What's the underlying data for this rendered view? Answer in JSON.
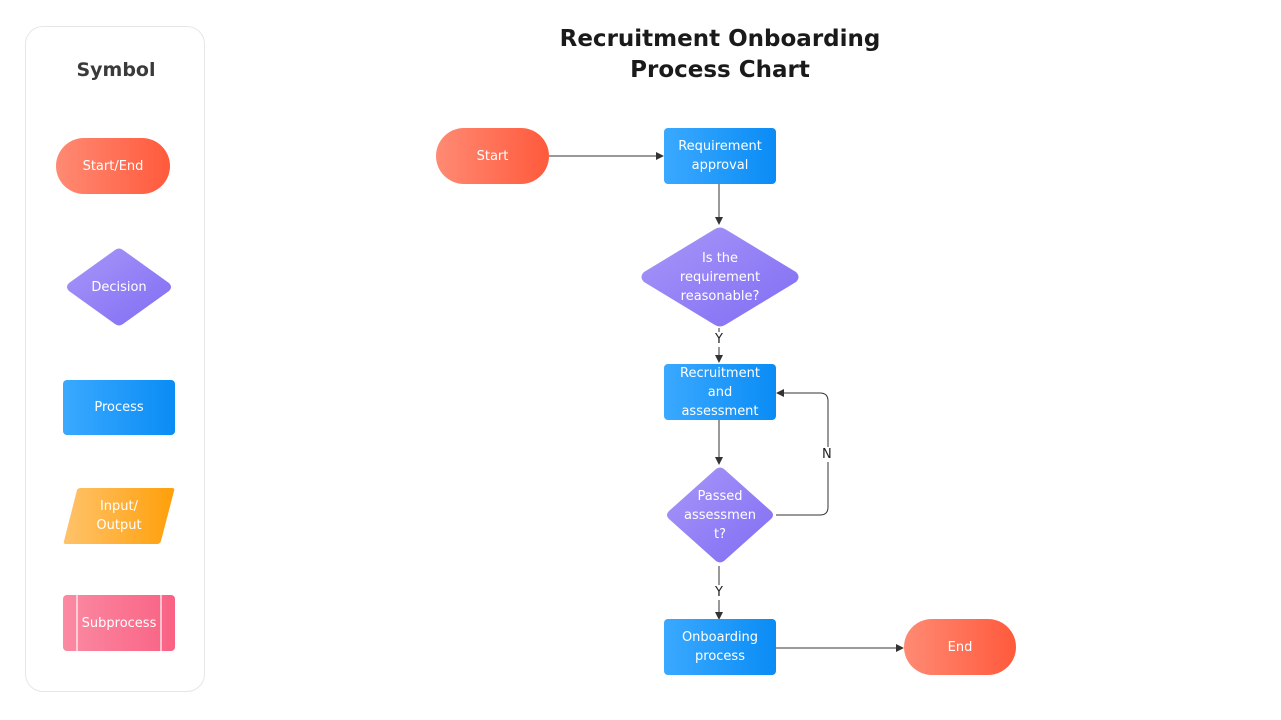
{
  "title": "Recruitment Onboarding\nProcess Chart",
  "legend": {
    "title": "Symbol",
    "items": {
      "start_end": "Start/End",
      "decision": "Decision",
      "process": "Process",
      "input_output": "Input/\nOutput",
      "subprocess": "Subprocess"
    }
  },
  "nodes": {
    "start": "Start",
    "requirement_approval": "Requirement\napproval",
    "requirement_reasonable": "Is the\nrequirement\nreasonable?",
    "recruitment_assessment": "Recruitment and\nassessment",
    "passed_assessment": "Passed\nassessmen\nt?",
    "onboarding_process": "Onboarding\nprocess",
    "end": "End"
  },
  "edges": {
    "reasonable_yes": "Y",
    "passed_no": "N",
    "passed_yes": "Y"
  },
  "colors": {
    "terminal": "#ff5a3c",
    "process": "#0a8cf5",
    "decision": "#8d7cf6",
    "input_output": "#ffa81e",
    "subprocess": "#fb6f8e",
    "connector": "#333333"
  }
}
